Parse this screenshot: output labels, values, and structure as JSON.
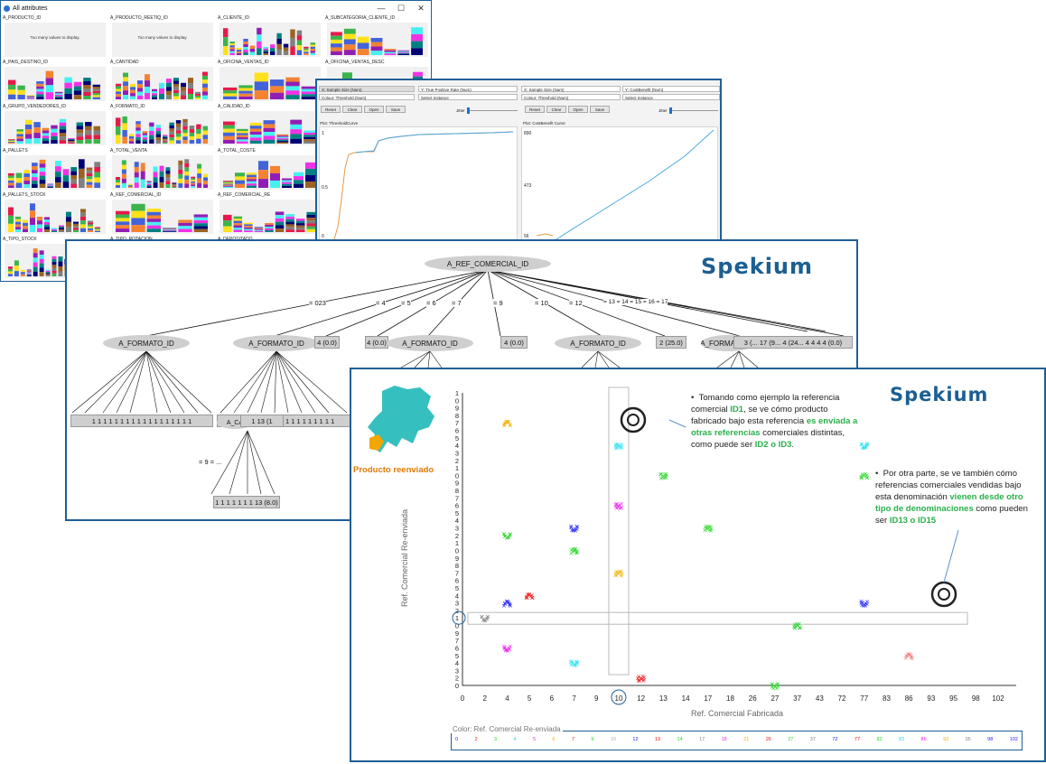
{
  "win1": {
    "title": "All attributes",
    "attributes": [
      {
        "label": "A_PRODUCTO_ID",
        "msg": "Too many values to display."
      },
      {
        "label": "A_PRODUCTO_REETIQ_ID",
        "msg": "Too many values to display."
      },
      {
        "label": "A_CLIENTE_ID",
        "msg": ""
      },
      {
        "label": "A_SUBCATEGORIA_CLIENTE_ID",
        "msg": ""
      },
      {
        "label": "A_PAIS_DESTINO_ID",
        "msg": ""
      },
      {
        "label": "A_CANTIDAD",
        "msg": ""
      },
      {
        "label": "A_OFICINA_VENTAS_ID",
        "msg": ""
      },
      {
        "label": "A_OFICINA_VENTAS_DESC",
        "msg": ""
      },
      {
        "label": "A_GRUPO_VENDEDORES_ID",
        "msg": ""
      },
      {
        "label": "A_FORMATO_ID",
        "msg": ""
      },
      {
        "label": "A_CALIDAD_ID",
        "msg": ""
      },
      {
        "label": "",
        "msg": ""
      },
      {
        "label": "A_PALLETS",
        "msg": ""
      },
      {
        "label": "A_TOTAL_VENTA",
        "msg": ""
      },
      {
        "label": "A_TOTAL_COSTE",
        "msg": ""
      },
      {
        "label": "",
        "msg": ""
      },
      {
        "label": "A_PALLETS_STOCK",
        "msg": ""
      },
      {
        "label": "A_REF_COMERCIAL_ID",
        "msg": ""
      },
      {
        "label": "A_REF_COMERCIAL_RE",
        "msg": ""
      },
      {
        "label": "",
        "msg": ""
      },
      {
        "label": "A_TIPO_STOCK",
        "msg": ""
      },
      {
        "label": "A_TIPO_ROTACION",
        "msg": ""
      },
      {
        "label": "A_DEPOSITADO",
        "msg": ""
      },
      {
        "label": "",
        "msg": ""
      }
    ]
  },
  "win2": {
    "left": {
      "x_select": "X: Sample Size (Num)",
      "y_select": "Y: True Positive Rate (Num)",
      "colour_select": "Colour: Threshold (Num)",
      "instance_select": "Select Instance",
      "buttons": [
        "Reset",
        "Clear",
        "Open",
        "Save"
      ],
      "jitter": "Jitter",
      "plot_title": "Plot: ThresholdCurve",
      "y_ticks": [
        "1",
        "0.5",
        "0"
      ]
    },
    "right": {
      "x_select": "X: Sample Size (Num)",
      "y_select": "Y: CostBenefit (Num)",
      "colour_select": "Colour: Threshold (Num)",
      "instance_select": "Select Instance",
      "buttons": [
        "Reset",
        "Clear",
        "Open",
        "Save"
      ],
      "jitter": "Jitter",
      "plot_title": "Plot: CostBenefit Curve",
      "y_ticks": [
        "890",
        "473",
        "56"
      ]
    }
  },
  "win3": {
    "logo": "Spekium",
    "root": "A_REF_COMERCIAL_ID",
    "edge_labels": [
      "= 023",
      "= 4",
      "= 5",
      "= 6",
      "= 7",
      "= 9",
      "= 10",
      "= 12",
      "= 13 = 14 = 15 = 16 = 17"
    ],
    "child_nodes": [
      {
        "kind": "node",
        "label": "A_FORMATO_ID"
      },
      {
        "kind": "node",
        "label": "A_FORMATO_ID"
      },
      {
        "kind": "leaf",
        "label": "4 (0.0)"
      },
      {
        "kind": "leaf",
        "label": "4 (0.0)"
      },
      {
        "kind": "node",
        "label": "A_FORMATO_ID"
      },
      {
        "kind": "leaf",
        "label": "4 (0.0)"
      },
      {
        "kind": "node",
        "label": "A_FORMATO_ID"
      },
      {
        "kind": "leaf",
        "label": "2 (25.0)"
      },
      {
        "kind": "node",
        "label": "A_FORMATO_ID"
      }
    ],
    "right_leaves": "3 (... 17 (9... 4 (24... 4 4 4 4 (0.0)",
    "leaf_row_1": "1 1 1 1 1 1 1 1 1 1 1 1 1 1 1 1 1 1",
    "leaf_row_2": "1 1 1 1 1 1 1 1 1 1 1 1 1 1 1 1 1 1",
    "sub_node": "A_CA",
    "sub_leaves": "1 13 (1",
    "sub_edges": "= 9 = ...",
    "bottom_leaves": "1 1 1 1 1 1 1 13 (8.0)"
  },
  "win4": {
    "logo": "Spekium",
    "map_caption": "Producto reenviado",
    "bullet1_parts": [
      {
        "t": "Tomando como ejemplo la referencia comercial ",
        "g": false
      },
      {
        "t": "ID1",
        "g": true
      },
      {
        "t": ", se ve cómo producto fabricado bajo esta referencia ",
        "g": false
      },
      {
        "t": "es enviada a otras referencias",
        "g": true
      },
      {
        "t": " comerciales distintas, como puede ser ",
        "g": false
      },
      {
        "t": "ID2 o ID3",
        "g": true
      },
      {
        "t": ".",
        "g": false
      }
    ],
    "bullet2_parts": [
      {
        "t": "Por otra parte, se ve también cómo referencias comerciales vendidas bajo esta denominación ",
        "g": false
      },
      {
        "t": "vienen desde otro tipo de denominaciones",
        "g": true
      },
      {
        "t": " como pueden ser ",
        "g": false
      },
      {
        "t": "ID13 o ID15",
        "g": true
      }
    ],
    "x_axis_title": "Ref. Comercial Fabricada",
    "y_axis_title": "Ref. Comercial Re-enviada",
    "legend_title": "Color: Ref. Comercial Re-enviada",
    "colors": {
      "green": "#2ab04a",
      "blue": "#1b5f93",
      "accent": "#1f5f96"
    }
  },
  "chart_data": {
    "type": "scatter",
    "title": "",
    "xlabel": "Ref. Comercial Fabricada",
    "ylabel": "Ref. Comercial Re-enviada",
    "x_ticks": [
      "0",
      "2",
      "4",
      "5",
      "6",
      "7",
      "9",
      "10",
      "12",
      "13",
      "14",
      "17",
      "18",
      "26",
      "27",
      "37",
      "43",
      "72",
      "77",
      "83",
      "86",
      "93",
      "95",
      "98",
      "102"
    ],
    "y_ticks": [
      "0",
      "2",
      "3",
      "4",
      "5",
      "6",
      "7",
      "9",
      "0",
      "1",
      "2",
      "3",
      "4",
      "5",
      "6",
      "7",
      "8",
      "9",
      "0",
      "1",
      "2",
      "3",
      "4",
      "5",
      "6",
      "7",
      "8",
      "9",
      "0",
      "1",
      "2",
      "3",
      "4",
      "5",
      "6",
      "7",
      "8",
      "9",
      "0",
      "1"
    ],
    "legend_values": [
      "0",
      "2",
      "3",
      "4",
      "5",
      "6",
      "7",
      "9",
      "10",
      "12",
      "13",
      "14",
      "17",
      "18",
      "21",
      "26",
      "27",
      "37",
      "72",
      "77",
      "82",
      "83",
      "86",
      "93",
      "95",
      "98",
      "102"
    ],
    "points": [
      {
        "x": 2,
        "y": "1",
        "color": "#888888"
      },
      {
        "x": 4,
        "y": "3",
        "color": "#1a1aff"
      },
      {
        "x": 4,
        "y": "2",
        "color": "#2ad62a"
      },
      {
        "x": 4,
        "y": "7",
        "color": "#f2b200"
      },
      {
        "x": 4,
        "y": "6",
        "color": "#ee22ee"
      },
      {
        "x": 5,
        "y": "4",
        "color": "#ee1111"
      },
      {
        "x": 7,
        "y": "3",
        "color": "#1a1aff"
      },
      {
        "x": 7,
        "y": "0",
        "color": "#2ad62a"
      },
      {
        "x": 7,
        "y": "4",
        "color": "#22ddee"
      },
      {
        "x": 10,
        "y": "7",
        "color": "#f2b200"
      },
      {
        "x": 10,
        "y": "6",
        "color": "#ee22ee"
      },
      {
        "x": 10,
        "y": "4",
        "color": "#22ddee"
      },
      {
        "x": 12,
        "y": "2",
        "color": "#ee1111"
      },
      {
        "x": 13,
        "y": "0",
        "color": "#2ad62a"
      },
      {
        "x": 17,
        "y": "3",
        "color": "#2ad62a"
      },
      {
        "x": 27,
        "y": "0",
        "color": "#2ad62a"
      },
      {
        "x": 37,
        "y": "0",
        "color": "#2ad62a"
      },
      {
        "x": 77,
        "y": "3",
        "color": "#1a1aff"
      },
      {
        "x": 77,
        "y": "0",
        "color": "#2ad62a"
      },
      {
        "x": 77,
        "y": "4",
        "color": "#22ddee"
      },
      {
        "x": 86,
        "y": "5",
        "color": "#f08080"
      }
    ]
  }
}
